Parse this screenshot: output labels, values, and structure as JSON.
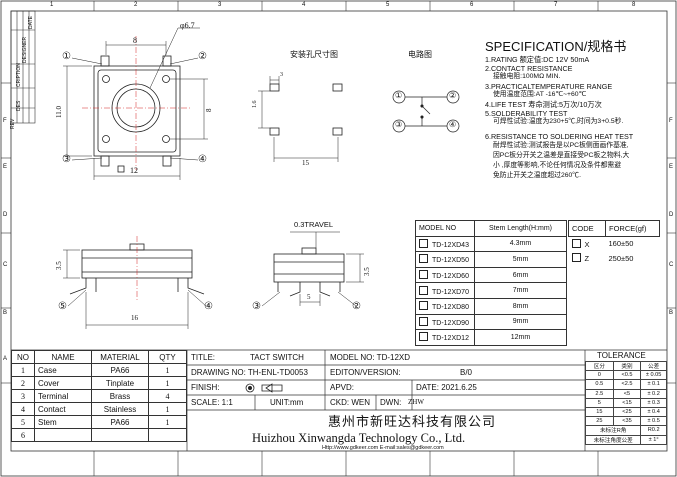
{
  "border": {
    "top_numbers": [
      "1",
      "2",
      "3",
      "4",
      "5",
      "6",
      "7",
      "8"
    ],
    "side_letters": [
      "F",
      "E",
      "D",
      "C",
      "B",
      "A"
    ],
    "rev_labels": [
      "REV",
      "DES",
      "CRIPTION",
      "DESIGNER",
      "DATE"
    ]
  },
  "top_view": {
    "dim_phi": "φ6.7",
    "dim_8_top": "8",
    "dim_12": "12",
    "dim_11": "11.0",
    "dim_8_side": "8",
    "callouts": [
      "①",
      "②",
      "③",
      "④"
    ]
  },
  "hole_view": {
    "title": "安装孔尺寸图",
    "dim_3": "3",
    "dim_16": "1.6",
    "dim_15": "15"
  },
  "circuit": {
    "title": "电路图",
    "nodes": [
      "①",
      "②",
      "③",
      "④"
    ]
  },
  "spec": {
    "title": "SPECIFICATION/规格书",
    "lines": [
      "1.RATING  额定值:DC 12V 50mA",
      "2.CONTACT RESISTANCE",
      "接触电阻:100MΩ  MIN.",
      "3.PRACTICALTEMPERATURE RANGE",
      "使用温度范围:AT -16℃~+60℃",
      "4.LIFE TEST  寿命测试:5万次/10万次",
      "5.SOLDERABILITY TEST",
      "可焊性试验:温度为230+5℃,时间为3+0.5秒.",
      "6.RESISTANCE TO SOLDERING HEAT TEST",
      "耐焊性试验:测试报告是以PC板侧面画作基准,",
      "因PC板分开关之温差是直接受PC板之物料,大",
      "小 ,厚度等影响,不论任何情况及条件都需避",
      "免防止开关之温度超过260℃."
    ]
  },
  "front_view": {
    "dim_35": "3.5",
    "dim_16": "16",
    "callouts": [
      "⑤",
      "④"
    ]
  },
  "side_view": {
    "travel": "0.3TRAVEL",
    "dim_35": "3.5",
    "dim_5": "5",
    "callouts": [
      "③",
      "②"
    ]
  },
  "model_table": {
    "header_model": "MODEL NO",
    "header_len": "Stem Length(H:mm)",
    "rows": [
      {
        "model": "TD-12XD43",
        "len": "4.3mm"
      },
      {
        "model": "TD-12XD50",
        "len": "5mm"
      },
      {
        "model": "TD-12XD60",
        "len": "6mm"
      },
      {
        "model": "TD-12XD70",
        "len": "7mm"
      },
      {
        "model": "TD-12XD80",
        "len": "8mm"
      },
      {
        "model": "TD-12XD90",
        "len": "9mm"
      },
      {
        "model": "TD-12XD12",
        "len": "12mm"
      }
    ]
  },
  "force_table": {
    "header_code": "CODE",
    "header_force": "FORCE(gf)",
    "rows": [
      {
        "code": "X",
        "force": "160±50"
      },
      {
        "code": "Z",
        "force": "250±50"
      }
    ]
  },
  "bom": {
    "headers": [
      "NO",
      "NAME",
      "MATERIAL",
      "QTY"
    ],
    "rows": [
      [
        "1",
        "Case",
        "PA66",
        "1"
      ],
      [
        "2",
        "Cover",
        "Tinplate",
        "1"
      ],
      [
        "3",
        "Terminal",
        "Brass",
        "4"
      ],
      [
        "4",
        "Contact",
        "Stainless",
        "1"
      ],
      [
        "5",
        "Stem",
        "PA66",
        "1"
      ],
      [
        "6",
        "",
        "",
        ""
      ]
    ]
  },
  "title_block": {
    "title_label": "TITLE:",
    "title_value": "TACT SWITCH",
    "drawing_no": "DRAWING NO: TH-ENL-TD0053",
    "finish_label": "FINISH:",
    "scale": "SCALE: 1:1",
    "unit": "UNIT:mm",
    "model_no": "MODEL NO:  TD-12XD",
    "edition_label": "EDITON/VERSION:",
    "edition_value": "B/0",
    "apvd": "APVD:",
    "date": "DATE: 2021.6.25",
    "ckd": "CKD:  WEN",
    "dwn_label": "DWN:",
    "dwn_value": "ZHW",
    "company_cn": "惠州市新旺达科技有限公司",
    "company_en": "Huizhou Xinwangda Technology Co., Ltd.",
    "contact": "Http://www.gdkeer.com     E-mail:sales@gdkeer.com"
  },
  "tolerance": {
    "title": "TOLERANCE",
    "headers": [
      "区分",
      "类别",
      "公差"
    ],
    "rows": [
      [
        "0",
        "<0.5",
        "± 0.05"
      ],
      [
        "0.5",
        "<2.5",
        "± 0.1"
      ],
      [
        "2.5",
        "<5",
        "± 0.2"
      ],
      [
        "5",
        "<15",
        "± 0.3"
      ],
      [
        "15",
        "<25",
        "± 0.4"
      ],
      [
        "25",
        "<35",
        "± 0.5"
      ],
      [
        "未标注R角",
        "",
        "R0.2"
      ],
      [
        "未标注角度公差",
        "",
        "± 1°"
      ]
    ]
  },
  "colors": {
    "line": "#222222",
    "center_line": "#d42020"
  }
}
